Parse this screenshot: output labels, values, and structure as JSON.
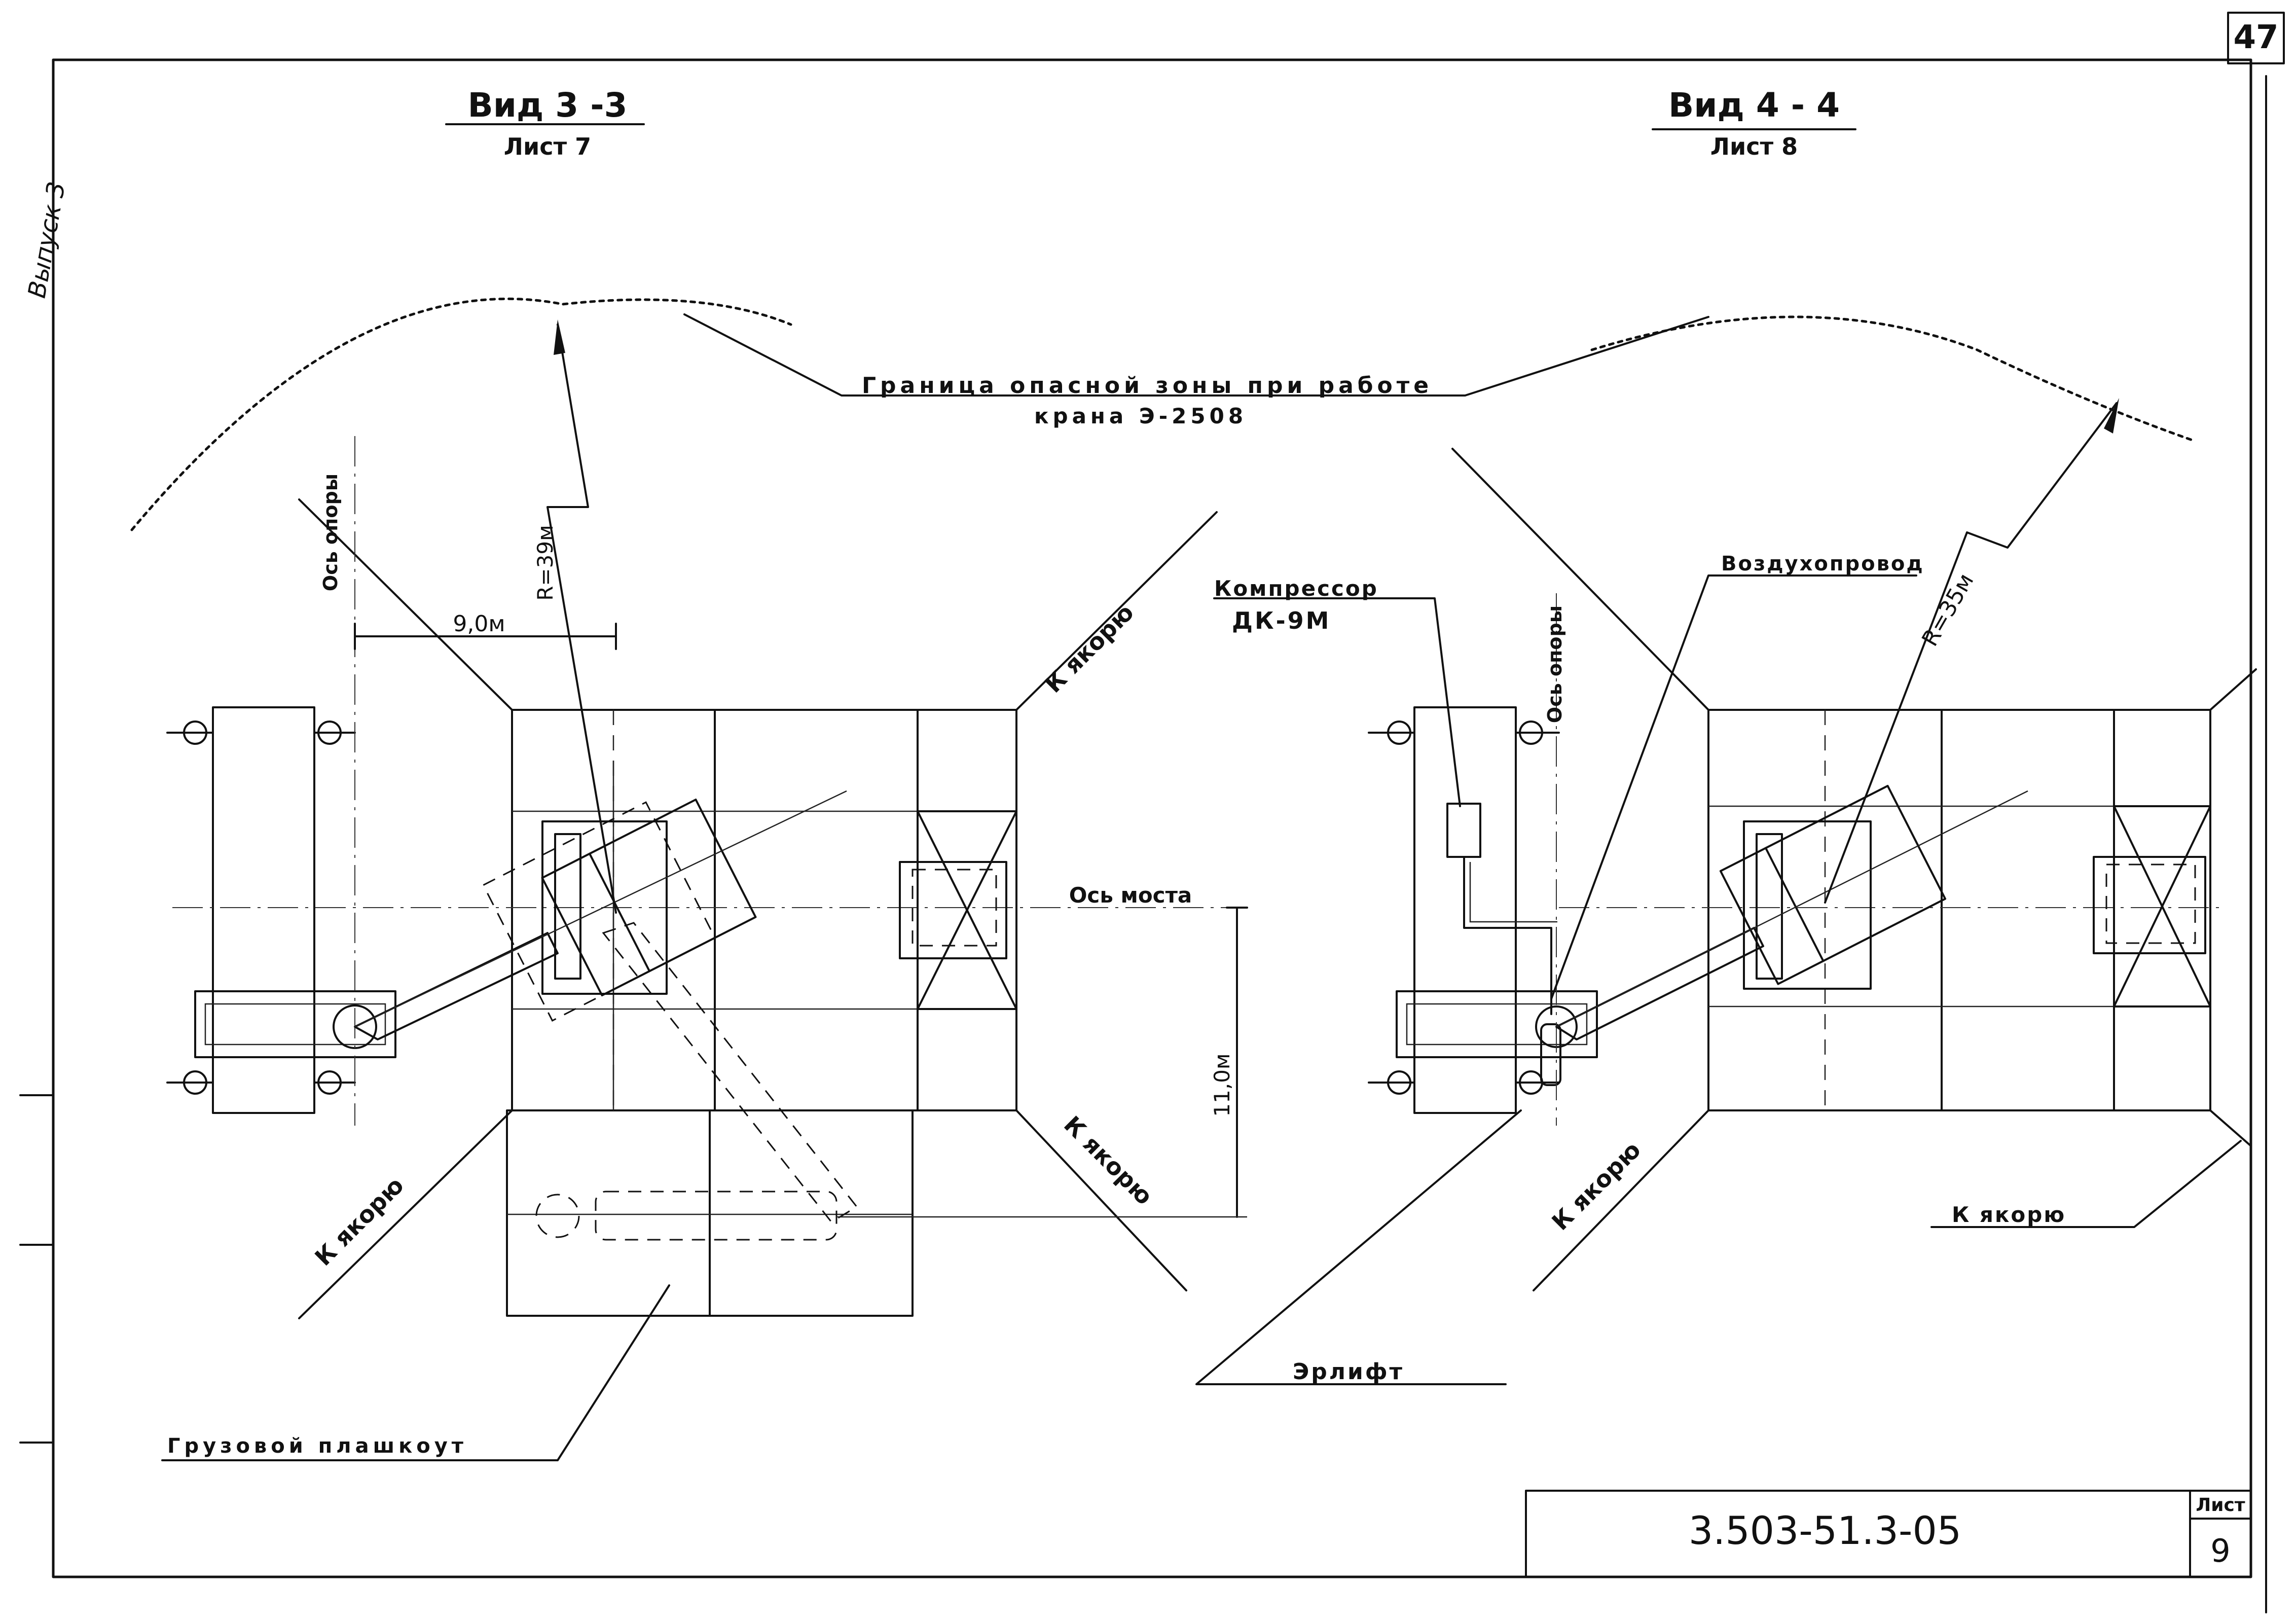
{
  "sheet_corner_number": "47",
  "margin_label": "Выпуск 3",
  "view_left": {
    "title": "Вид 3 -3",
    "subtitle": "Лист 7"
  },
  "view_right": {
    "title": "Вид 4 - 4",
    "subtitle": "Лист 8"
  },
  "danger_zone": {
    "line1": "Граница опасной зоны при работе",
    "line2": "крана Э-2508"
  },
  "labels": {
    "support_axis_left": "Ось опоры",
    "support_axis_right": "Ось опоры",
    "radius_left": "R=39м",
    "radius_right": "R=35м",
    "dim_9": "9,0м",
    "dim_11": "11,0м",
    "bridge_axis": "Ось моста",
    "to_anchor_tl": "К якорю",
    "to_anchor_bl": "К якорю",
    "to_anchor_br": "К якорю",
    "to_anchor_r_bl": "К якорю",
    "to_anchor_r_br": "К якорю",
    "compressor_line1": "Компрессор",
    "compressor_line2": "ДК-9М",
    "air_pipe": "Воздухопровод",
    "airlift": "Эрлифт",
    "cargo_pontoon": "Грузовой плашкоут"
  },
  "title_block": {
    "doc_number": "3.503-51.3-05",
    "sheet_label": "Лист",
    "sheet_number": "9"
  }
}
